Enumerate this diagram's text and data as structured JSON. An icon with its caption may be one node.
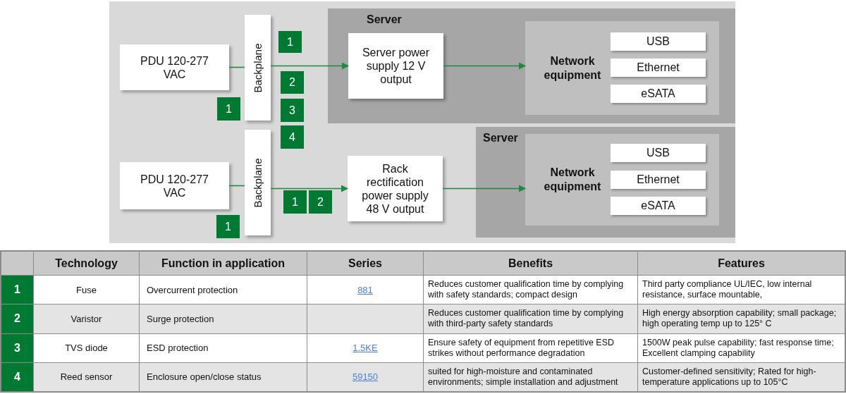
{
  "diagram": {
    "nodes": [
      {
        "text": [
          "PDU 120-277 VAC"
        ]
      },
      {
        "text": [
          "Backplane"
        ]
      },
      {
        "text": [
          "Server"
        ]
      },
      {
        "text": [
          "Server power supply 12 V output"
        ],
        "in": 2
      },
      {
        "text": [
          "Network equipment"
        ],
        "in": 2
      },
      {
        "text": [
          "USB"
        ],
        "in": 4
      },
      {
        "text": [
          "Ethernet"
        ],
        "in": 4
      },
      {
        "text": [
          "eSATA"
        ],
        "in": 4
      },
      {
        "text": [
          "PDU 120-277 VAC"
        ]
      },
      {
        "text": [
          "Backplane"
        ]
      },
      {
        "text": [
          "Rack rectification power supply 48 V output"
        ]
      },
      {
        "text": [
          "Server"
        ]
      },
      {
        "text": [
          "Network equipment"
        ],
        "in": 11
      },
      {
        "text": [
          "USB"
        ],
        "in": 12
      },
      {
        "text": [
          "Ethernet"
        ],
        "in": 12
      },
      {
        "text": [
          "eSATA"
        ],
        "in": 12
      },
      {
        "text": [
          "1"
        ]
      },
      {
        "text": [
          "1"
        ]
      },
      {
        "text": [
          "2"
        ]
      },
      {
        "text": [
          "3"
        ]
      },
      {
        "text": [
          "4"
        ]
      },
      {
        "text": [
          "1"
        ]
      },
      {
        "text": [
          "2"
        ]
      },
      {
        "text": [
          "1"
        ]
      }
    ],
    "edges": [
      {
        "from": 0,
        "to": 1,
        "arrow": "none"
      },
      {
        "from": 1,
        "to": 3,
        "arrow": "to"
      },
      {
        "from": 3,
        "to": 4,
        "arrow": "to"
      },
      {
        "from": 8,
        "to": 9,
        "arrow": "none"
      },
      {
        "from": 9,
        "to": 10,
        "arrow": "to"
      },
      {
        "from": 10,
        "to": 12,
        "arrow": "to"
      }
    ],
    "labels": [
      "Technology",
      "Function in application",
      "Series",
      "Benefits",
      "Features",
      "1",
      "Fuse",
      "Overcurrent protection",
      "881",
      "Reduces customer qualification time by complying with safety standards; compact design",
      "Third party compliance UL/IEC, low internal resistance, surface mountable,",
      "2",
      "Varistor",
      "Surge protection",
      "Reduces customer qualification time by complying with third-party safety standards",
      "High energy absorption capability; small package; high operating temp up to 125° C",
      "3",
      "TVS diode",
      "ESD protection",
      "1.5KE",
      "Ensure safety of equipment from repetitive ESD strikes  without performance degradation",
      "1500W peak pulse capability; fast response time; Excellent clamping capability",
      "4",
      "Reed sensor",
      "Enclosure open/close status",
      "59150",
      "suited for high-moisture and contaminated environments; simple installation and adjustment",
      "Customer-defined sensitivity; Rated for high-temperature applications up to 105°C"
    ]
  }
}
